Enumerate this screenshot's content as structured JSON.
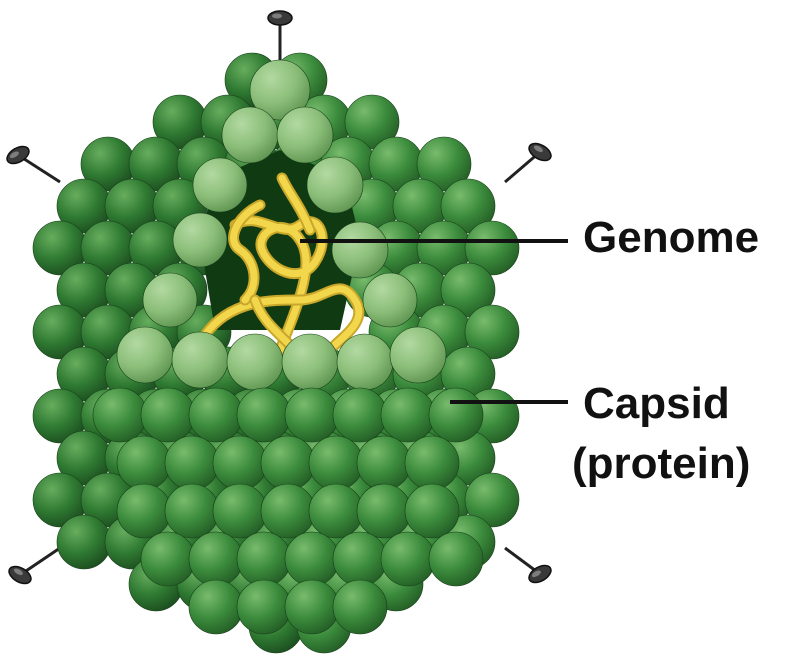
{
  "labels": {
    "genome": "Genome",
    "capsid": "Capsid",
    "capsid_sub": "(protein)"
  },
  "colors": {
    "capsid_dark": "#2f7a32",
    "capsid_mid": "#3d8f3f",
    "capsid_light": "#8cbf7a",
    "interior": "#103a12",
    "genome": "#f2d64b",
    "leader": "#111111"
  }
}
